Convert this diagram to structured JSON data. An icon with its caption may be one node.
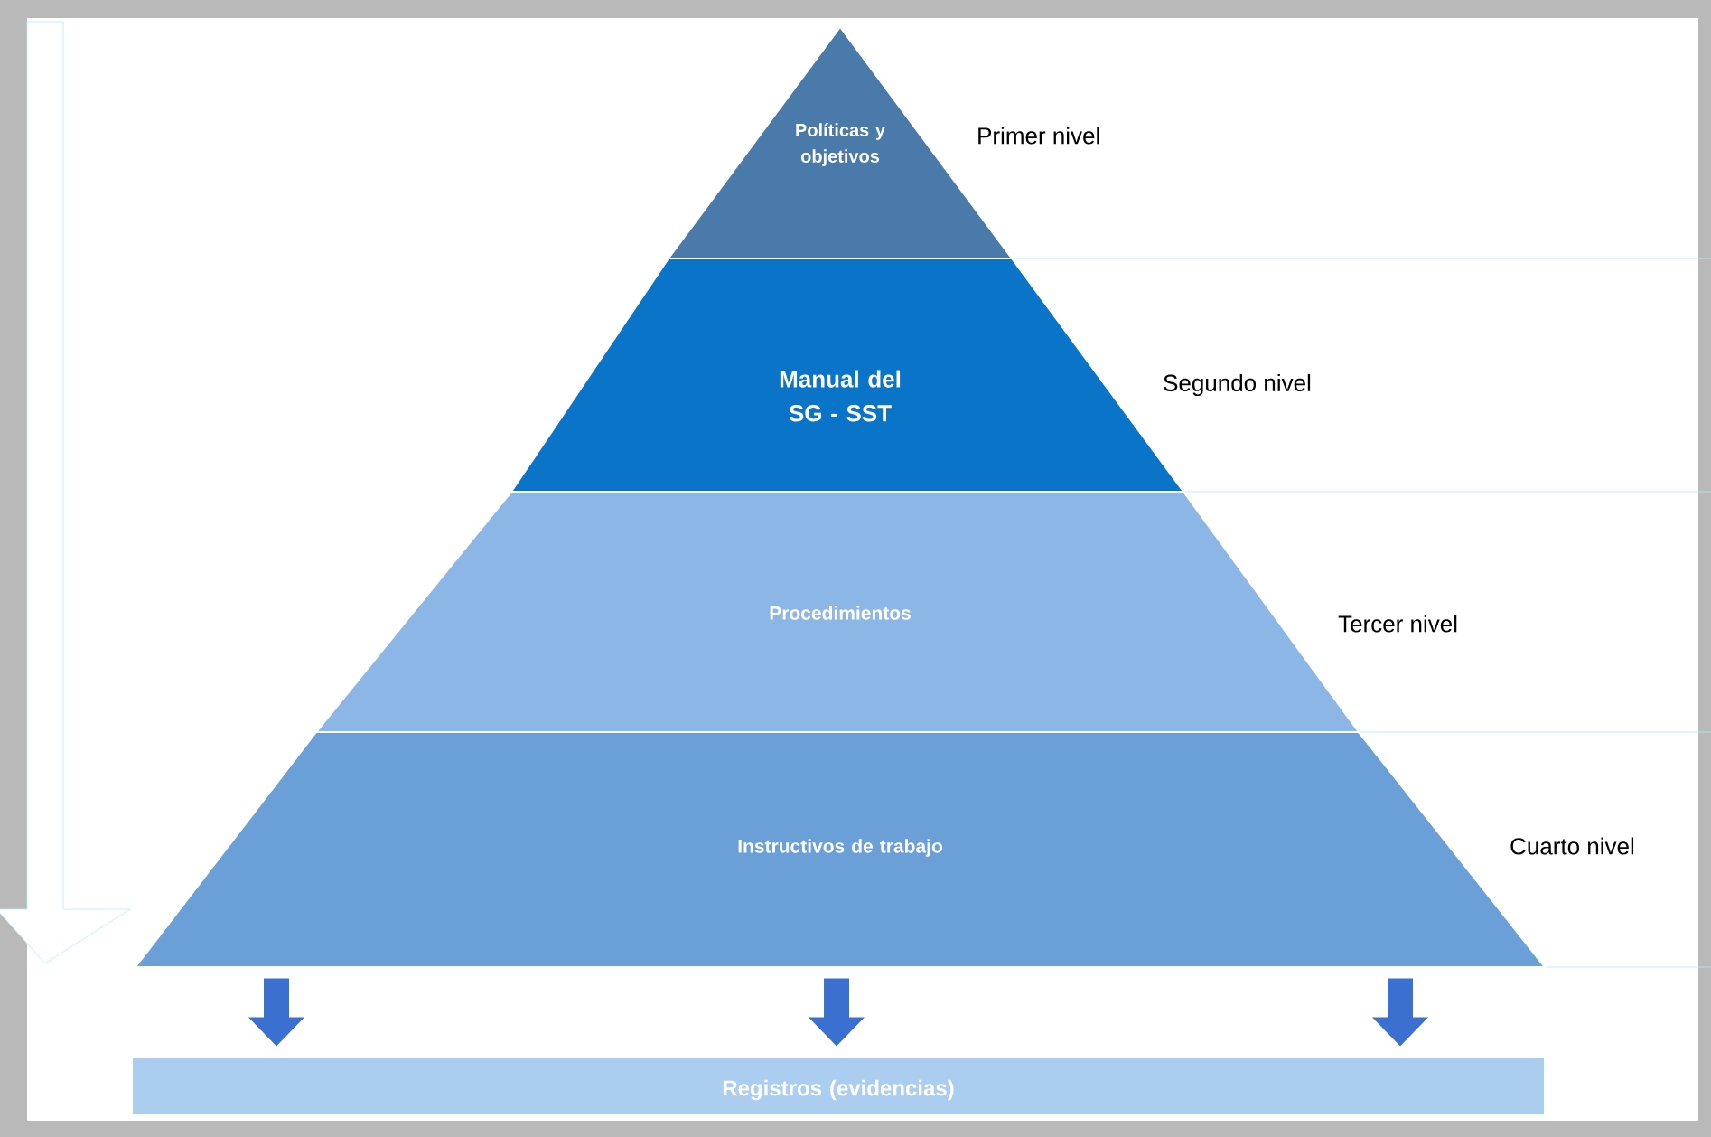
{
  "diagram": {
    "nodes": [
      {
        "text": [
          "Políticas y objetivos"
        ],
        "beside": [
          "Primer nivel"
        ]
      },
      {
        "text": [
          "Manual del SG - SST"
        ],
        "beside": [
          "Segundo nivel"
        ]
      },
      {
        "text": [
          "Procedimientos"
        ],
        "beside": [
          "Tercer nivel"
        ]
      },
      {
        "text": [
          "Instructivos de trabajo"
        ],
        "beside": [
          "Cuarto nivel"
        ]
      },
      {
        "text": [
          "Registros (evidencias)"
        ]
      }
    ],
    "edges": [
      {
        "from": 3,
        "to": 4,
        "arrow": "to"
      },
      {
        "from": 3,
        "to": 4,
        "arrow": "to"
      },
      {
        "from": 3,
        "to": 4,
        "arrow": "to"
      }
    ]
  }
}
